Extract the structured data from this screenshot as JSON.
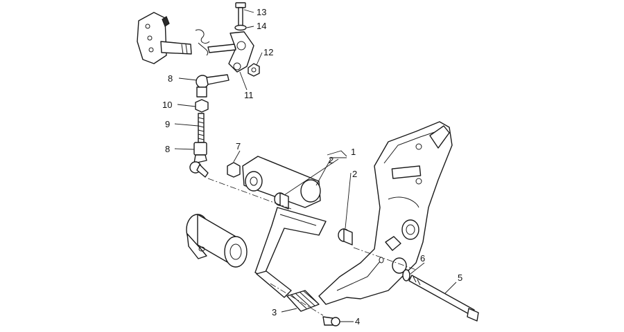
{
  "callouts": {
    "c1": "1",
    "c2a": "2",
    "c2b": "2",
    "c3": "3",
    "c4": "4",
    "c5": "5",
    "c6": "6",
    "c7": "7",
    "c8a": "8",
    "c8b": "8",
    "c9": "9",
    "c10": "10",
    "c11": "11",
    "c12": "12",
    "c13": "13",
    "c14": "14"
  },
  "colors": {
    "line": "#1a1a1a",
    "background": "#ffffff"
  }
}
